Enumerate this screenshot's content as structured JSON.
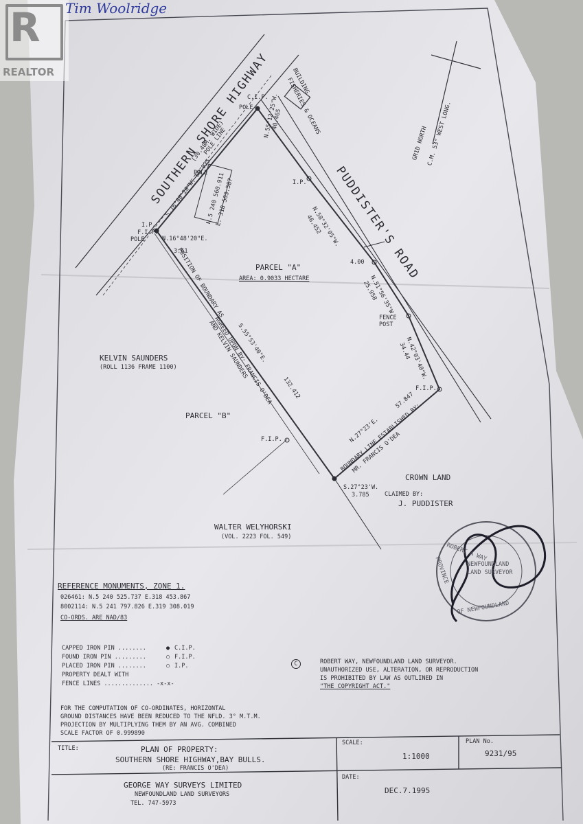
{
  "watermark": {
    "label": "REALTOR"
  },
  "handwritten_name": "Tim Woolridge",
  "roads": {
    "highway_name": "SOUTHERN SHORE HIGHWAY",
    "highway_width": "(30.48M. WIDE)",
    "road_name": "PUDDISTER'S ROAD"
  },
  "grid": {
    "label": "GRID NORTH",
    "sublabel": "C.M. 53° WEST LONG."
  },
  "building": {
    "line1": "BUILDING",
    "line2": "FISHERIES & OCEANS"
  },
  "survey_labels": {
    "cip": "C.I.P.",
    "pole_top": "POLE",
    "pole": "POLE",
    "pole_line": "POLE LINE",
    "ip_left": "I.P.",
    "fip_left": "F.I.P.",
    "pole_left": "POLE",
    "ip_road": "I.P.",
    "fence_post": "FENCE POST",
    "fip_right": "F.I.P.",
    "fip_lower": "F.I.P."
  },
  "coords_box": {
    "north": "N.5 240 560.911",
    "east": "E. 318 503.587"
  },
  "bearings": {
    "b1": "N.55°12'25\"W.",
    "d1": "40.465",
    "b2": "N.58°32'05\"W.",
    "d2": "46.452",
    "b3": "N.51°56'35\"W.",
    "d3": "25.958",
    "b4": "N.42°03'40\"W.",
    "d4": "34.44",
    "offset": "4.00",
    "b5": "S.16°48'20\"W. 69.935",
    "b6": "N.16°48'20\"E.",
    "d6": "3.61",
    "b7": "S.55°53'40\"E.",
    "d7": "132.412",
    "b8": "N.27°23'E.",
    "d8": "57.847",
    "b9": "S.27°23'W.",
    "d9": "3.785"
  },
  "parcels": {
    "a_label": "PARCEL \"A\"",
    "a_area": "AREA: 0.9033 HECTARE",
    "b_label": "PARCEL \"B\""
  },
  "boundary_notes": {
    "left1": "POSITION OF BOUNDARY AS",
    "left2": "AGREED UPON BY: FRANCIS O'DEA",
    "left3": "AND KELVIN SAUNDERS",
    "right1": "BOUNDARY LINE ESTABLISHED BY:",
    "right2": "MR. FRANCIS O'DEA"
  },
  "owners": {
    "kelvin": "KELVIN SAUNDERS",
    "kelvin_ref": "(ROLL 1136 FRAME 1100)",
    "crown": "CROWN LAND",
    "claimed": "CLAIMED BY:",
    "claimant": "J. PUDDISTER",
    "walter": "WALTER WELYHORSKI",
    "walter_ref": "(VOL. 2223 FOL. 549)"
  },
  "stamp": {
    "top": "ROBERT A WAY",
    "mid1": "NEWFOUNDLAND",
    "mid2": "LAND SURVEYOR",
    "left": "PROVINCE",
    "bottom": "OF NEWFOUNDLAND"
  },
  "reference": {
    "title": "REFERENCE MONUMENTS, ZONE 1.",
    "row1": "026461: N.5 240 525.737 E.318 453.867",
    "row2": "8002114: N.5 241 797.826 E.319 308.019",
    "note": "CO-ORDS. ARE NAD/83"
  },
  "legend": {
    "capped": "CAPPED IRON PIN ........",
    "capped_code": "C.I.P.",
    "found": "FOUND IRON PIN .........",
    "found_code": "F.I.P.",
    "placed": "PLACED IRON PIN ........",
    "placed_code": "I.P.",
    "dealt": "PROPERTY DEALT WITH",
    "fence": "FENCE LINES ..............",
    "fence_code": "-x-x-"
  },
  "copyright": {
    "symbol": "C",
    "line1": "ROBERT WAY,  NEWFOUNDLAND LAND SURVEYOR.",
    "line2": "UNAUTHORIZED USE, ALTERATION, OR REPRODUCTION",
    "line3": "IS PROHIBITED BY LAW  AS OUTLINED IN",
    "line4": "\"THE COPYRIGHT ACT.\""
  },
  "computation": {
    "line1": "FOR THE COMPUTATION OF CO-ORDINATES, HORIZONTAL",
    "line2": "GROUND DISTANCES HAVE BEEN  REDUCED TO THE NFLD. 3° M.T.M.",
    "line3": "PROJECTION BY MULTIPLYING THEM BY AN AVG. COMBINED",
    "line4": "SCALE FACTOR OF  0.999890"
  },
  "title_block": {
    "title_label": "TITLE:",
    "title1": "PLAN OF PROPERTY:",
    "title2": "SOUTHERN SHORE HIGHWAY,BAY BULLS.",
    "title3": "(RE: FRANCIS O'DEA)",
    "scale_label": "SCALE:",
    "scale": "1:1000",
    "plan_label": "PLAN No.",
    "plan_no": "9231/95",
    "company": "GEORGE WAY SURVEYS LIMITED",
    "company_sub": "NEWFOUNDLAND LAND SURVEYORS",
    "tel": "TEL. 747-5973",
    "date_label": "DATE:",
    "date": "DEC.7.1995"
  },
  "colors": {
    "paper": "#e4e4e8",
    "ink": "#2b2b33",
    "pen_blue": "#2d3a9c",
    "background": "#9a9a96"
  }
}
